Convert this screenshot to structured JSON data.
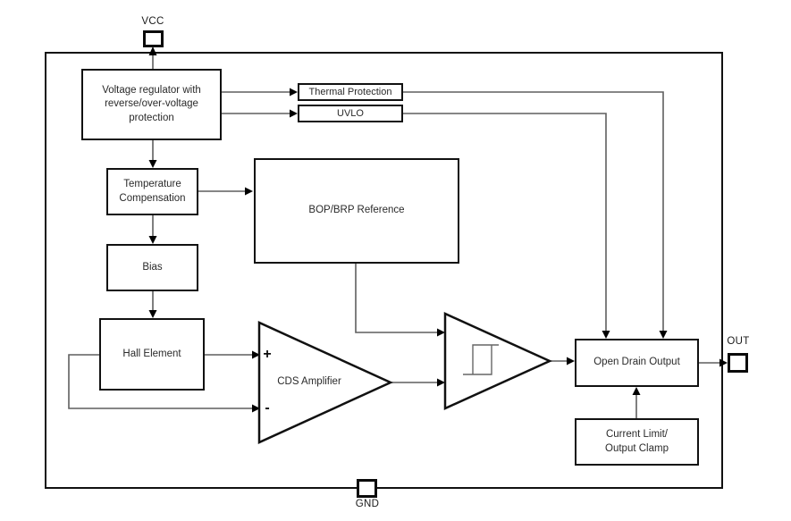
{
  "pins": {
    "vcc": "VCC",
    "out": "OUT",
    "gnd": "GND"
  },
  "blocks": {
    "voltage_regulator": "Voltage regulator with\nreverse/over-voltage\nprotection",
    "thermal_protection": "Thermal Protection",
    "uvlo": "UVLO",
    "temperature_compensation": "Temperature\nCompensation",
    "bop_brp_reference": "BOP/BRP Reference",
    "bias": "Bias",
    "hall_element": "Hall Element",
    "cds_amplifier": "CDS Amplifier",
    "cds_plus": "+",
    "cds_minus": "-",
    "open_drain_output": "Open Drain Output",
    "current_limit": "Current Limit/\nOutput Clamp"
  },
  "colors": {
    "background": "#ffffff",
    "box_border": "#111111",
    "wire": "#5f5f5f",
    "arrowhead": "#000000",
    "text": "#2a2a2a"
  }
}
